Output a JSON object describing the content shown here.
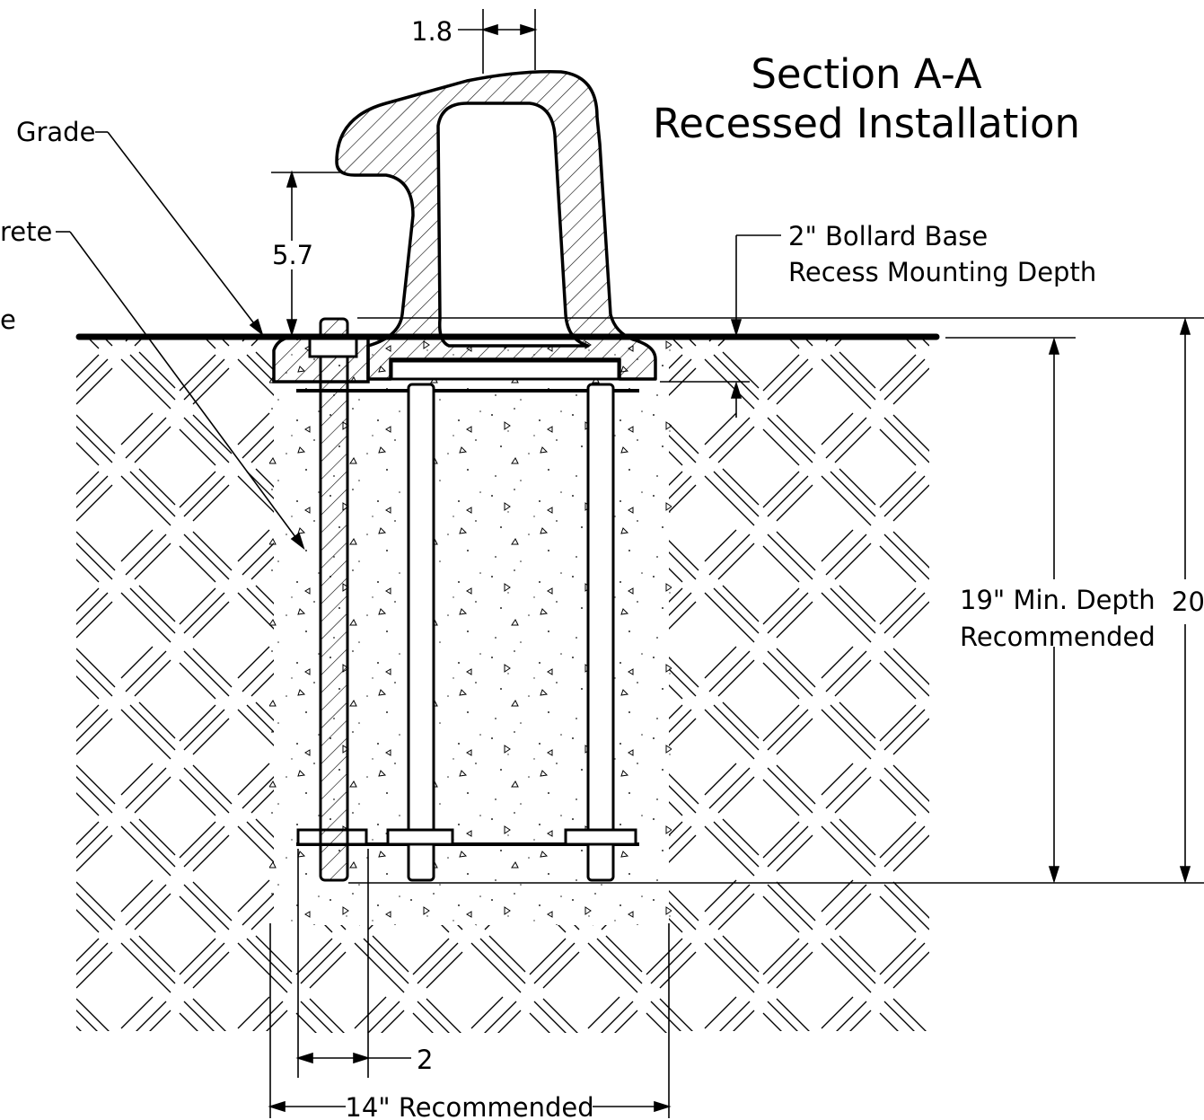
{
  "title": {
    "line1": "Section A-A",
    "line2": "Recessed Installation"
  },
  "labels": {
    "grade": "Grade",
    "concrete": "rete",
    "clipped_left": "e",
    "base_recess_line1": "2\" Bollard Base",
    "base_recess_line2": "Recess Mounting Depth",
    "min_depth_line1": "19\" Min. Depth",
    "min_depth_line2": "Recommended"
  },
  "dimensions": {
    "top_width": "1.8",
    "height_above_grade": "5.7",
    "total_depth": "20",
    "bolt_offset": "2",
    "hole_width": "14\" Recommended"
  },
  "colors": {
    "line": "#000000",
    "background": "#ffffff",
    "concrete_speckle": "#222222"
  }
}
